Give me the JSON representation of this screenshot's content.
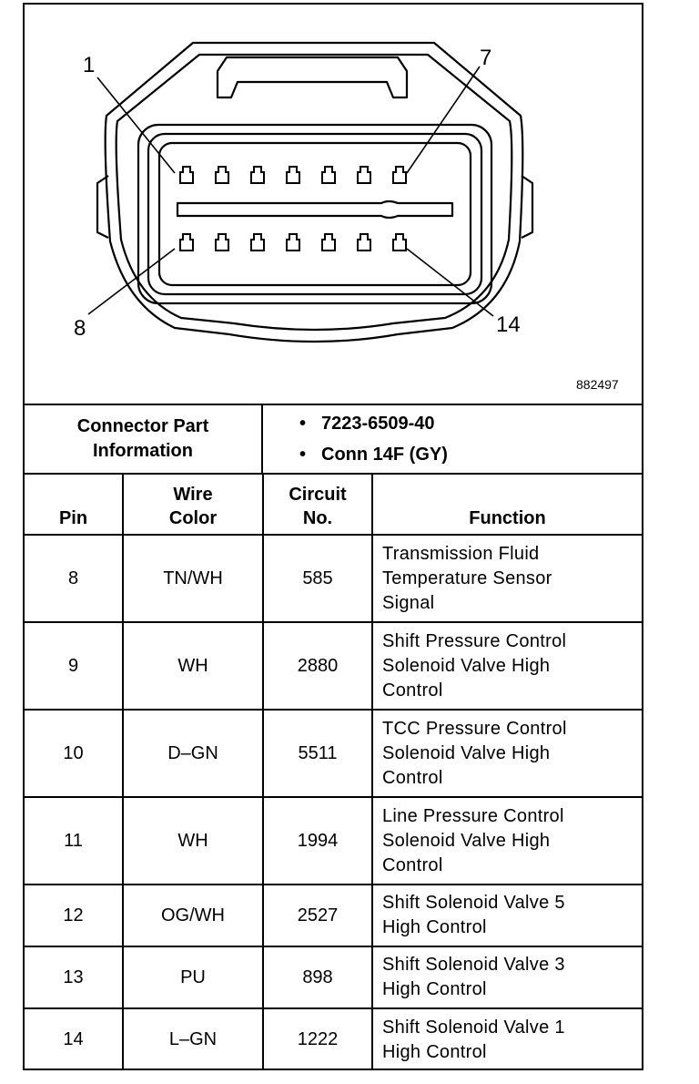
{
  "figure": {
    "callouts": [
      "1",
      "7",
      "8",
      "14"
    ],
    "figure_number": "882497"
  },
  "connector_info": {
    "label": "Connector Part\nInformation",
    "items": [
      "7223-6509-40",
      "Conn 14F (GY)"
    ],
    "bullet": "•"
  },
  "table": {
    "headers": {
      "pin": "Pin",
      "wire_color": "Wire\nColor",
      "circuit": "Circuit\nNo.",
      "function": "Function"
    },
    "rows": [
      {
        "pin": "8",
        "wire_color": "TN/WH",
        "circuit": "585",
        "function": "Transmission Fluid\nTemperature Sensor\nSignal"
      },
      {
        "pin": "9",
        "wire_color": "WH",
        "circuit": "2880",
        "function": "Shift Pressure Control\nSolenoid Valve High\nControl"
      },
      {
        "pin": "10",
        "wire_color": "D–GN",
        "circuit": "5511",
        "function": "TCC Pressure Control\nSolenoid Valve High\nControl"
      },
      {
        "pin": "11",
        "wire_color": "WH",
        "circuit": "1994",
        "function": "Line Pressure Control\nSolenoid Valve High\nControl"
      },
      {
        "pin": "12",
        "wire_color": "OG/WH",
        "circuit": "2527",
        "function": "Shift Solenoid Valve 5\nHigh Control"
      },
      {
        "pin": "13",
        "wire_color": "PU",
        "circuit": "898",
        "function": "Shift Solenoid Valve 3\nHigh Control"
      },
      {
        "pin": "14",
        "wire_color": "L–GN",
        "circuit": "1222",
        "function": "Shift Solenoid Valve 1\nHigh Control"
      }
    ]
  }
}
